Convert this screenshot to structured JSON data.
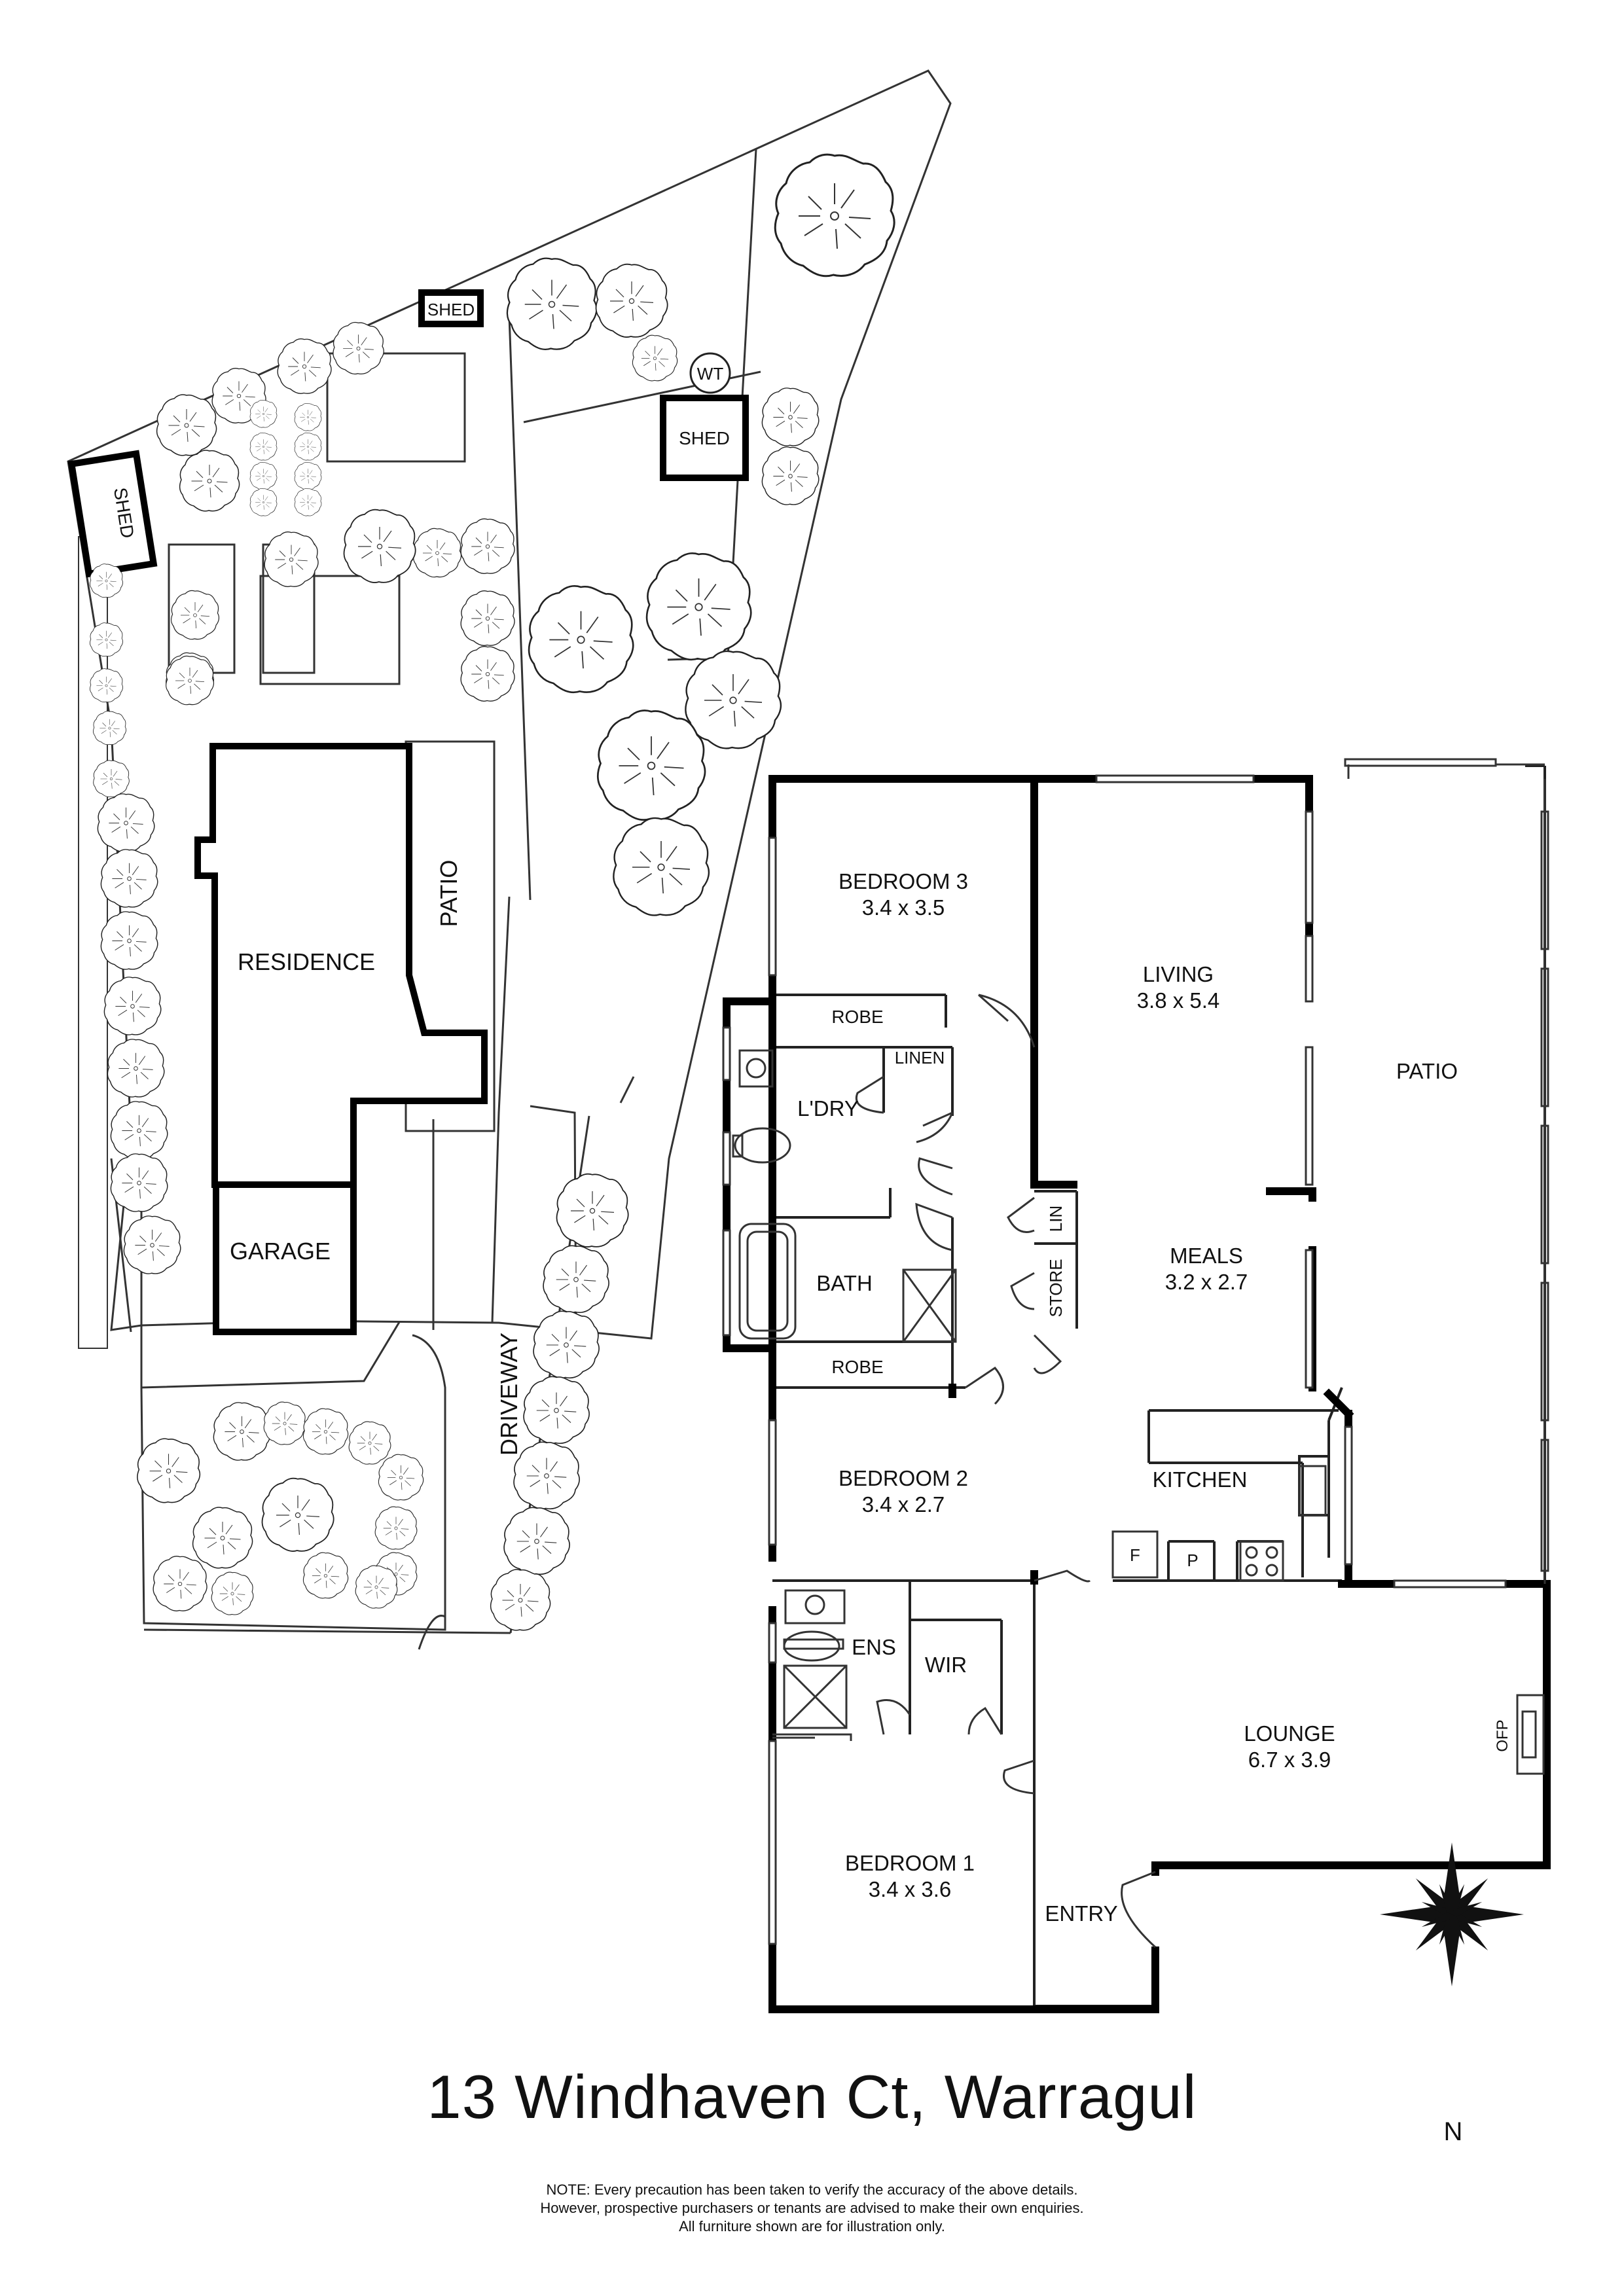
{
  "title": "13 Windhaven Ct, Warragul",
  "note": [
    "NOTE: Every precaution has been taken to verify the accuracy of the above details.",
    "However, prospective purchasers or tenants are advised to make their own enquiries.",
    "All furniture shown are for illustration only."
  ],
  "compass": "N",
  "site": {
    "shed_a": "SHED",
    "shed_b": "SHED",
    "shed_c": "SHED",
    "water_tank": "WT",
    "residence": "RESIDENCE",
    "patio": "PATIO",
    "garage": "GARAGE",
    "driveway": "DRIVEWAY"
  },
  "rooms": {
    "bedroom3": {
      "name": "BEDROOM 3",
      "size": "3.4 x 3.5"
    },
    "living": {
      "name": "LIVING",
      "size": "3.8 x 5.4"
    },
    "patio": {
      "name": "PATIO"
    },
    "robe_top": "ROBE",
    "linen": "LINEN",
    "laundry": "L'DRY",
    "lin": "LIN",
    "store": "STORE",
    "bath": "BATH",
    "meals": {
      "name": "MEALS",
      "size": "3.2 x 2.7"
    },
    "robe_mid": "ROBE",
    "bedroom2": {
      "name": "BEDROOM 2",
      "size": "3.4 x 2.7"
    },
    "kitchen": "KITCHEN",
    "fridge": "F",
    "pantry": "P",
    "ensuite": "ENS",
    "wir": "WIR",
    "lounge": {
      "name": "LOUNGE",
      "size": "6.7 x 3.9"
    },
    "fireplace": "OFP",
    "bedroom1": {
      "name": "BEDROOM 1",
      "size": "3.4 x 3.6"
    },
    "entry": "ENTRY"
  }
}
